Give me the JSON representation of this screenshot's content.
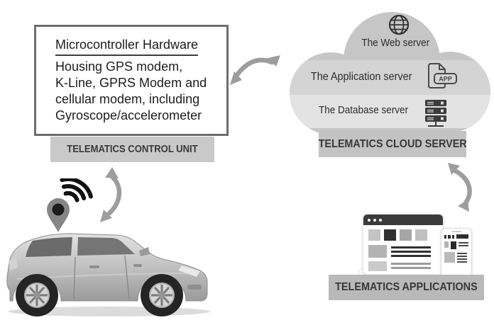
{
  "telematics_control_unit": {
    "hardware_box": {
      "title": "Microcontroller Hardware",
      "lines": [
        "Housing GPS modem,",
        "K-Line, GPRS Modem and",
        "cellular modem, including",
        "Gyroscope/accelerometer"
      ]
    },
    "label": "TELEMATICS CONTROL UNIT"
  },
  "telematics_cloud_server": {
    "items": [
      {
        "label": "The Web server",
        "icon": "globe-icon"
      },
      {
        "label": "The Application server",
        "icon": "app-document-icon"
      },
      {
        "label": "The Database server",
        "icon": "server-rack-icon"
      }
    ],
    "app_badge": "APP",
    "label": "TELEMATICS CLOUD SERVER"
  },
  "telematics_applications": {
    "label": "TELEMATICS APPLICATIONS",
    "icon": "browser-and-phone-devices"
  },
  "vehicle": {
    "icon": "location-pin-wifi-icon"
  },
  "colors": {
    "cloud_base": "#c6c6c6",
    "cloud_stripe_mid": "#d4d4d4",
    "cloud_stripe_light": "#e3e3e3",
    "tcu_band": "#c9c9c9",
    "cloud_band": "#c3c3c3",
    "apps_band": "#b9b9b9",
    "arrow": "#9d9d9d",
    "box_border": "#6d6d6d",
    "dark_text": "#2e2e2e"
  }
}
